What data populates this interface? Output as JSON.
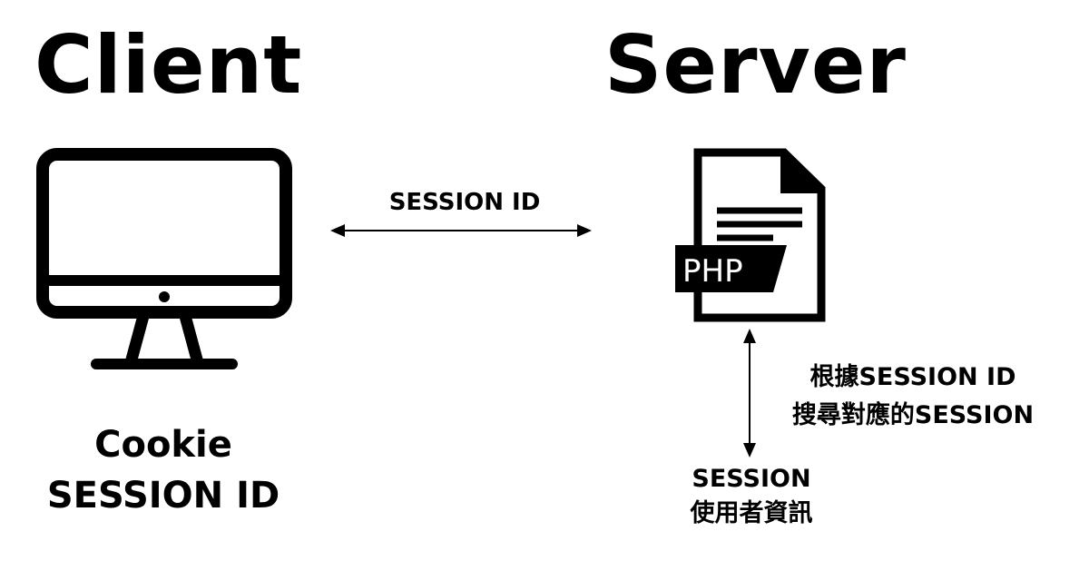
{
  "diagram": {
    "client_title": "Client",
    "server_title": "Server",
    "arrow_label": "SESSION ID",
    "php_badge": "PHP",
    "client_caption": [
      "Cookie",
      "SESSION ID"
    ],
    "lookup_note": [
      "根據SESSION ID",
      "搜尋對應的SESSION"
    ],
    "result_caption": [
      "SESSION",
      "使用者資訊"
    ]
  },
  "icons": {
    "client": "desktop-monitor-icon",
    "server": "php-file-icon"
  },
  "colors": {
    "ink": "#000000",
    "background": "#ffffff"
  }
}
